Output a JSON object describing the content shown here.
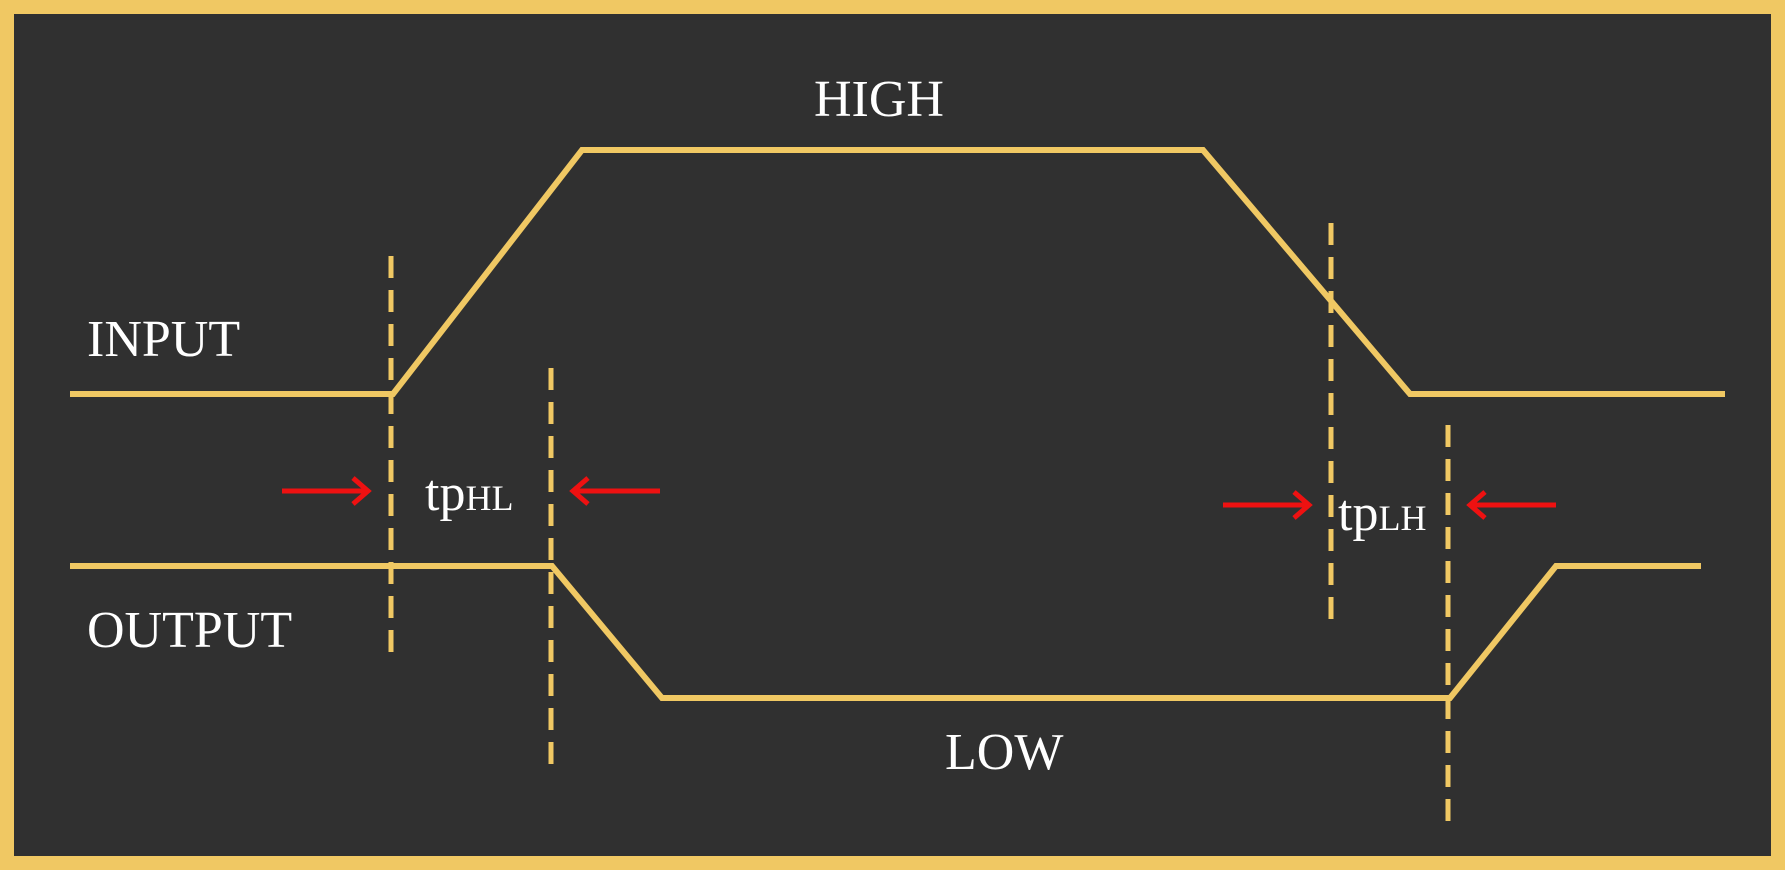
{
  "signals": {
    "input_label": "INPUT",
    "output_label": "OUTPUT"
  },
  "levels": {
    "high_label": "HIGH",
    "low_label": "LOW"
  },
  "delays": {
    "high_to_low": {
      "main": "tp",
      "sub": "HL"
    },
    "low_to_high": {
      "main": "tp",
      "sub": "LH"
    }
  },
  "colors": {
    "background": "#303030",
    "frame": "#f0c863",
    "waveform": "#f0c863",
    "arrow": "#ee1111",
    "text": "#ffffff"
  }
}
